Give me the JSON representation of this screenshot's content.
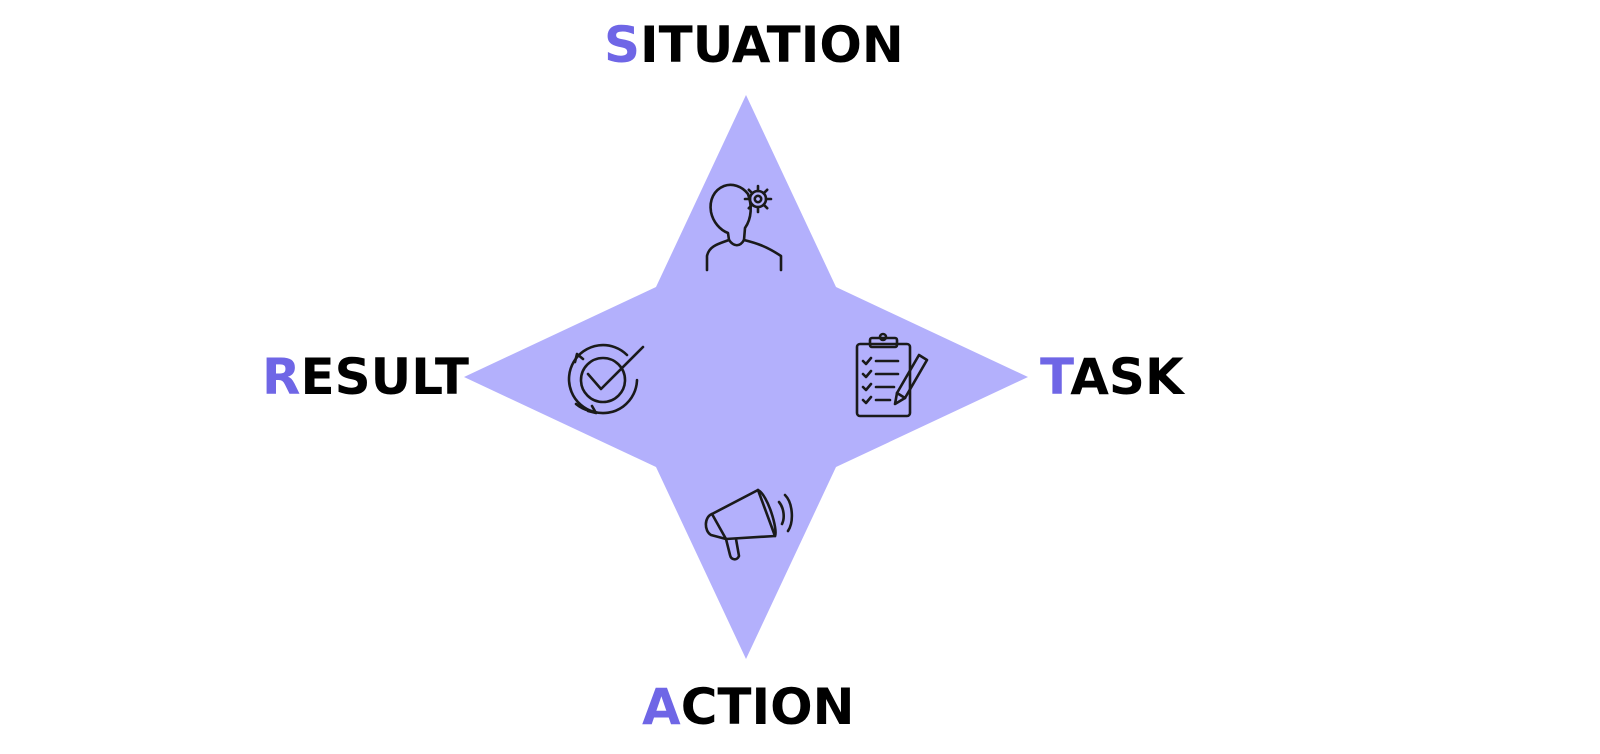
{
  "colors": {
    "star_fill": "#b3b0fc",
    "accent": "#6f66e6",
    "text": "#000000",
    "icon_stroke": "#1a1a1a",
    "background": "#ffffff"
  },
  "labels": {
    "situation": {
      "initial": "S",
      "rest": "ITUATION"
    },
    "task": {
      "initial": "T",
      "rest": "ASK"
    },
    "action": {
      "initial": "A",
      "rest": "CTION"
    },
    "result": {
      "initial": "R",
      "rest": "ESULT"
    }
  },
  "icons": {
    "situation": "person-thinking-gear-icon",
    "task": "clipboard-checklist-pencil-icon",
    "action": "megaphone-icon",
    "result": "cycle-check-icon"
  }
}
